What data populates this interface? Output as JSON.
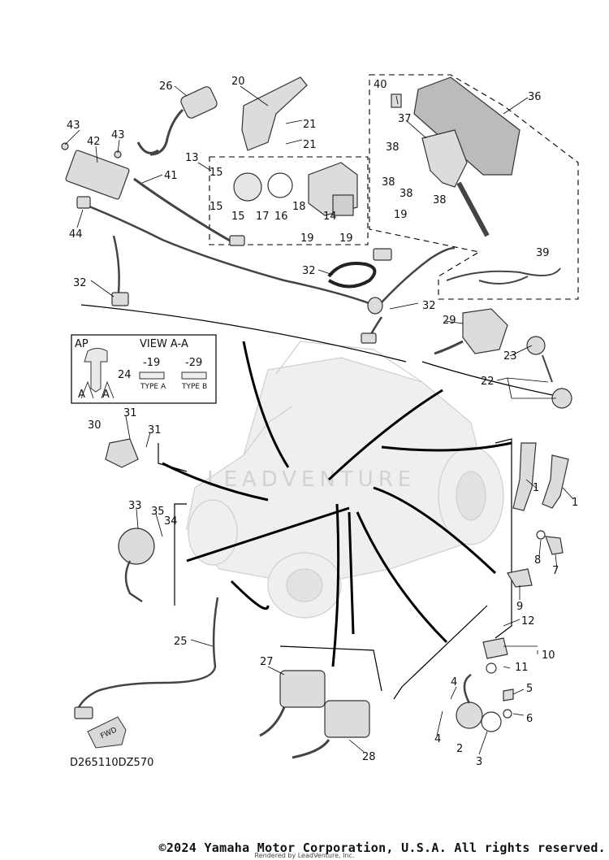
{
  "diagram": {
    "code": "D265110DZ570",
    "watermark": "LEADVENTURE",
    "copyright": "©2024 Yamaha Motor Corporation, U.S.A. All rights reserved.",
    "rendered_by": "Rendered by LeadVenture, Inc."
  },
  "inset": {
    "ap_label": "AP",
    "view_label": "VIEW A-A",
    "type_a_num": "-19",
    "type_b_num": "-29",
    "type_a": "TYPE A",
    "type_b": "TYPE B",
    "key_callout": "24",
    "a_left": "A",
    "a_right": "A"
  },
  "fwd_label": "FWD",
  "callouts": {
    "c1a": "1",
    "c1b": "1",
    "c2": "2",
    "c3": "3",
    "c4a": "4",
    "c4b": "4",
    "c5": "5",
    "c6": "6",
    "c7": "7",
    "c8": "8",
    "c9": "9",
    "c10": "10",
    "c11": "11",
    "c12": "12",
    "c13": "13",
    "c14": "14",
    "c15a": "15",
    "c15b": "15",
    "c15c": "15",
    "c16": "16",
    "c17": "17",
    "c18": "18",
    "c19a": "19",
    "c19b": "19",
    "c19c": "19",
    "c20": "20",
    "c21a": "21",
    "c21b": "21",
    "c22": "22",
    "c23": "23",
    "c25": "25",
    "c26": "26",
    "c27": "27",
    "c28": "28",
    "c29": "29",
    "c30": "30",
    "c31a": "31",
    "c31b": "31",
    "c32a": "32",
    "c32b": "32",
    "c32c": "32",
    "c33": "33",
    "c34": "34",
    "c35": "35",
    "c36": "36",
    "c37": "37",
    "c38a": "38",
    "c38b": "38",
    "c38c": "38",
    "c38d": "38",
    "c39": "39",
    "c40": "40",
    "c41": "41",
    "c42": "42",
    "c43a": "43",
    "c43b": "43",
    "c44": "44"
  }
}
